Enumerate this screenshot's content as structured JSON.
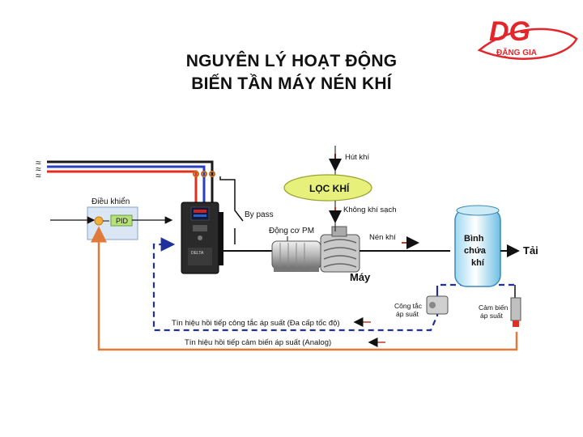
{
  "brand": {
    "logo_letters": "DG",
    "name": "ĐẶNG GIA",
    "color": "#e3262b"
  },
  "title": {
    "line1": "NGUYÊN LÝ HOẠT ĐỘNG",
    "line2": "BIẾN TẦN MÁY NÉN KHÍ"
  },
  "diagram": {
    "controller_label": "Điều khiển",
    "pid_label": "PID",
    "bypass_label": "By pass",
    "intake_label": "Hút khí",
    "filter_label": "LỌC KHÍ",
    "clean_air_label": "Không khí sạch",
    "motor_label": "Động cơ PM",
    "compress_label": "Nén khí",
    "machine_label": "Máy",
    "tank_label_1": "Bình",
    "tank_label_2": "chứa",
    "tank_label_3": "khí",
    "load_label": "Tải",
    "pressure_switch_label_1": "Công tắc",
    "pressure_switch_label_2": "áp suất",
    "pressure_sensor_label_1": "Cảm biến",
    "pressure_sensor_label_2": "áp suất",
    "feedback_switch_label": "Tín hiệu hồi tiếp công tắc áp suất (Đa cấp tốc độ)",
    "feedback_sensor_label": "Tín hiệu hồi tiếp cảm biến áp suất (Analog)"
  },
  "colors": {
    "phase_black": "#1a1a1a",
    "phase_blue": "#2a3fbf",
    "phase_red": "#e03020",
    "feedback_dashed": "#1f2f9c",
    "feedback_analog": "#e07a3a",
    "arrow_red": "#c0392b",
    "filter_fill": "#e6f07a",
    "pid_fill": "#b8e07a",
    "controller_fill": "#dbe6f5"
  }
}
